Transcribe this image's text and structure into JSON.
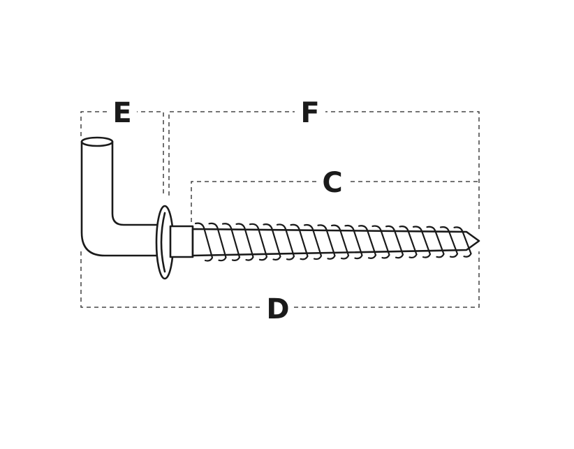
{
  "labels": {
    "e": "E",
    "f": "F",
    "c": "C",
    "d": "D"
  },
  "colors": {
    "line": "#1a1a1a",
    "background": "#ffffff"
  }
}
